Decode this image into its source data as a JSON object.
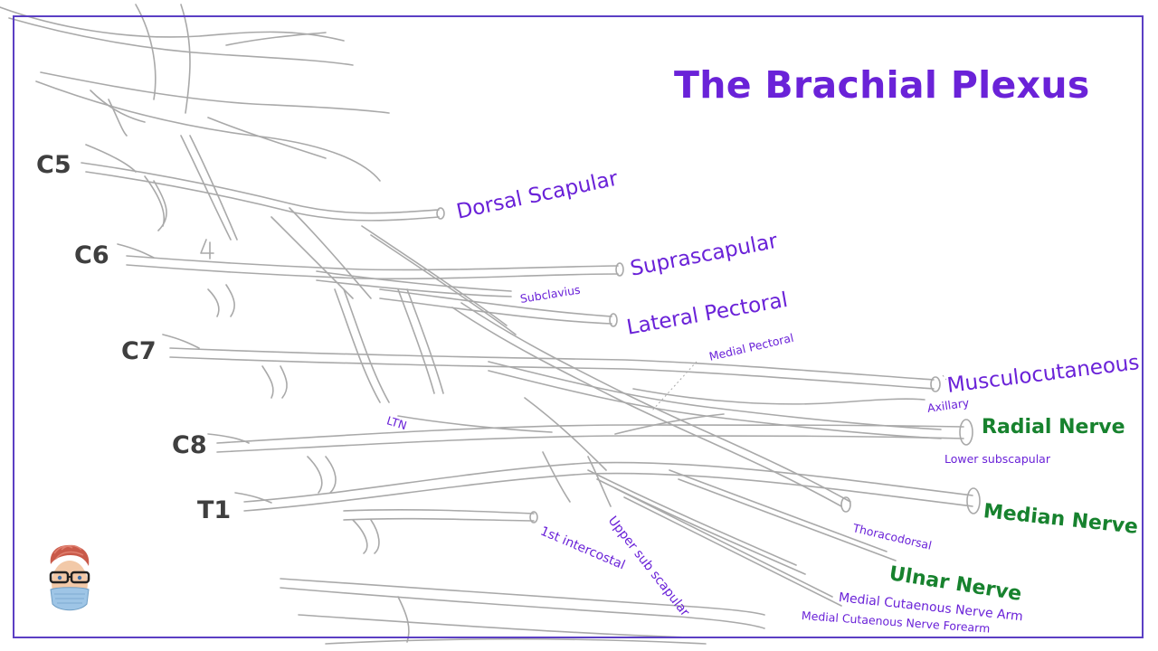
{
  "title": "The Brachial Plexus",
  "roots": [
    "C5",
    "C6",
    "C7",
    "C8",
    "T1"
  ],
  "labels": {
    "dorsal_scapular": "Dorsal Scapular",
    "suprascapular": "Suprascapular",
    "subclavius": "Subclavius",
    "lateral_pectoral": "Lateral Pectoral",
    "medial_pectoral": "Medial Pectoral",
    "musculocutaneous": "Musculocutaneous",
    "axillary": "Axillary",
    "radial": "Radial Nerve",
    "lower_subscapular": "Lower subscapular",
    "median": "Median Nerve",
    "thoracodorsal": "Thoracodorsal",
    "ulnar": "Ulnar Nerve",
    "mcn_arm": "Medial Cutaenous Nerve Arm",
    "mcn_forearm": "Medial Cutaenous Nerve Forearm",
    "ltn": "LTN",
    "first_intercostal": "1st intercostal",
    "upper_sub_scapular": "Upper sub scapular"
  },
  "colors": {
    "accent": "#6a22d8",
    "terminal": "#17822e",
    "root_text": "#3f3f3f",
    "nerve_stroke": "#a9a9a9",
    "frame": "#5b3fc4"
  },
  "icons": [
    "doctor-avatar-icon"
  ]
}
